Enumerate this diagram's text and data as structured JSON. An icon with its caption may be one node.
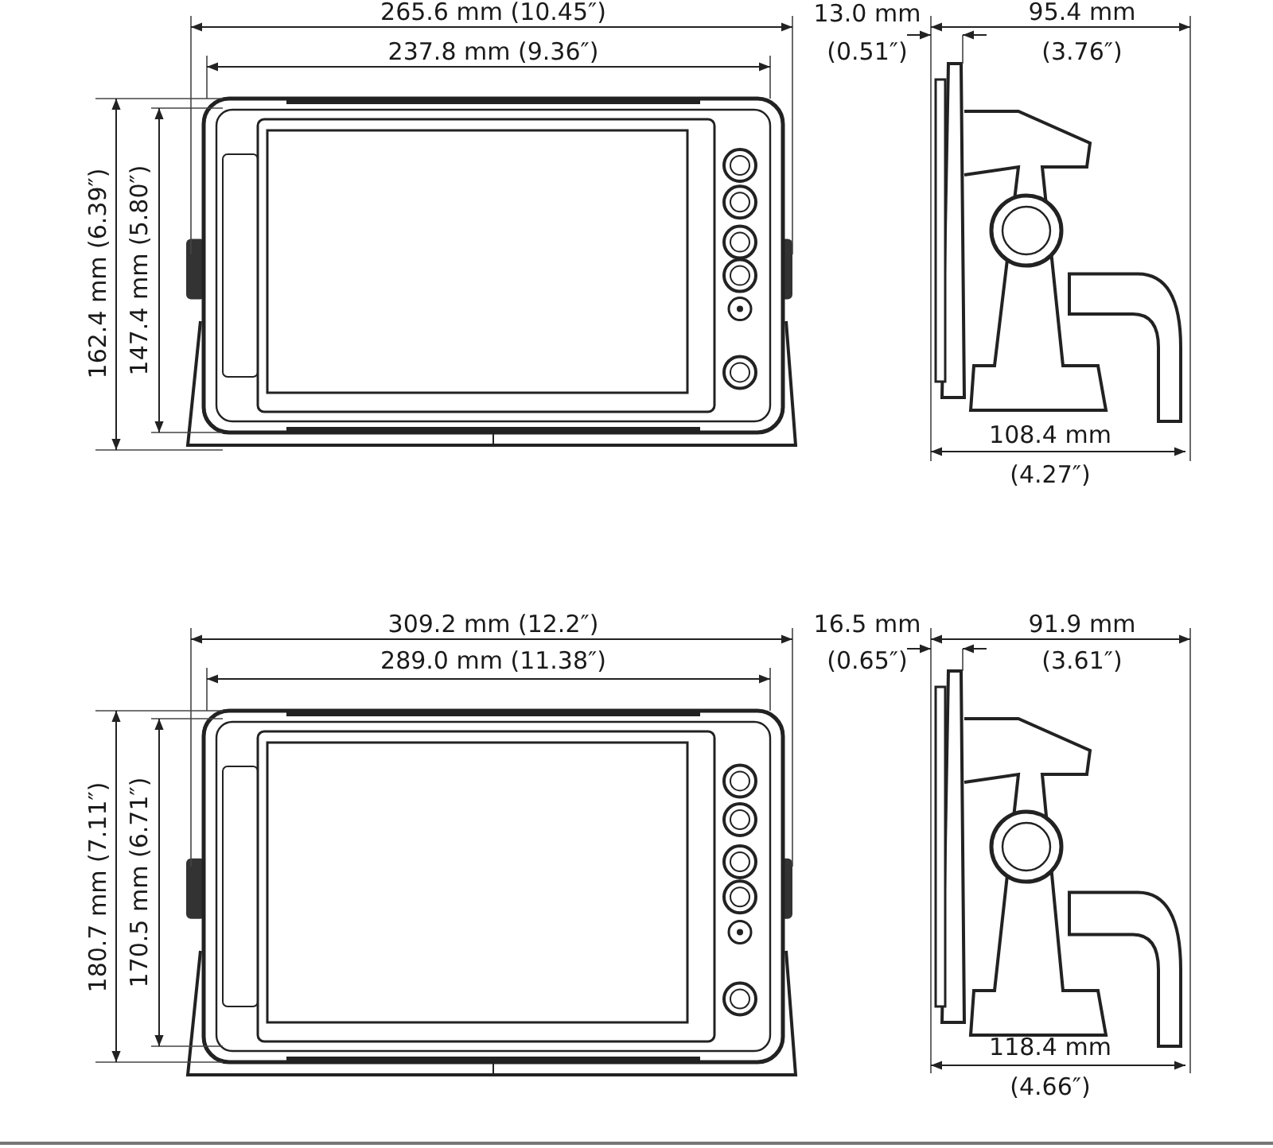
{
  "diagram": {
    "labels": [
      "265.6 mm (10.45″)",
      "13.0 mm",
      "95.4 mm",
      "237.8 mm (9.36″)",
      "(0.51″)",
      "(3.76″)",
      "162.4 mm (6.39″)",
      "147.4 mm (5.80″)",
      "108.4 mm",
      "(4.27″)",
      "309.2 mm (12.2″)",
      "16.5 mm",
      "91.9 mm",
      "289.0 mm (11.38″)",
      "(0.65″)",
      "(3.61″)",
      "180.7 mm (7.11″)",
      "170.5 mm (6.71″)",
      "118.4 mm",
      "(4.66″)"
    ]
  }
}
